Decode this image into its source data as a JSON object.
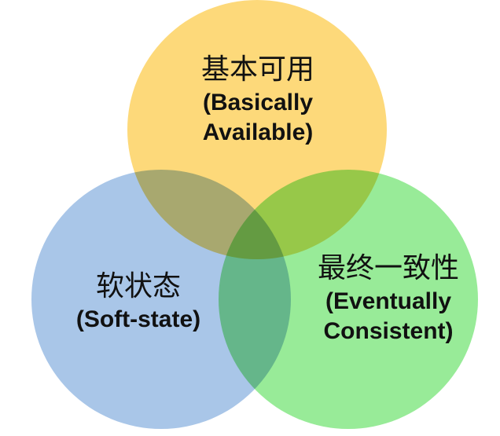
{
  "colors": {
    "top_circle": "#fdd97a",
    "left_circle": "#a9c6e8",
    "right_circle": "#98eb98",
    "text": "#111111"
  },
  "sets": [
    {
      "id": "top",
      "title": "基本可用",
      "subtitle_line1": "(Basically",
      "subtitle_line2": "Available)"
    },
    {
      "id": "left",
      "title": "软状态",
      "subtitle_line1": "(Soft-state)"
    },
    {
      "id": "right",
      "title": "最终一致性",
      "subtitle_line1": "(Eventually",
      "subtitle_line2": "Consistent)"
    }
  ]
}
